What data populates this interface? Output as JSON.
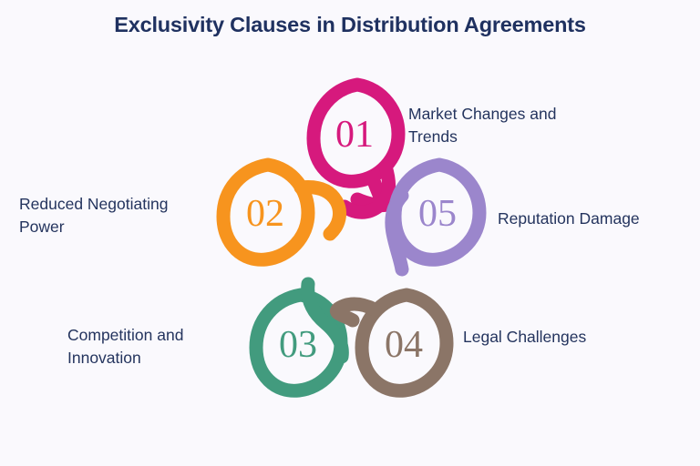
{
  "title": "Exclusivity Clauses in Distribution Agreements",
  "background_color": "#faf9fd",
  "title_color": "#1f3160",
  "label_color": "#24345e",
  "items": [
    {
      "number": "01",
      "color": "#d6197d",
      "label_lines": [
        "Market Changes and",
        "Trends"
      ],
      "label_side": "right"
    },
    {
      "number": "02",
      "color": "#f7941e",
      "label_lines": [
        "Reduced Negotiating",
        "Power"
      ],
      "label_side": "left"
    },
    {
      "number": "03",
      "color": "#429b7e",
      "label_lines": [
        "Competition and",
        "Innovation"
      ],
      "label_side": "left"
    },
    {
      "number": "04",
      "color": "#8b7567",
      "label_lines": [
        "Legal Challenges"
      ],
      "label_side": "right"
    },
    {
      "number": "05",
      "color": "#9b86cc",
      "label_lines": [
        "Reputation Damage"
      ],
      "label_side": "right"
    }
  ]
}
